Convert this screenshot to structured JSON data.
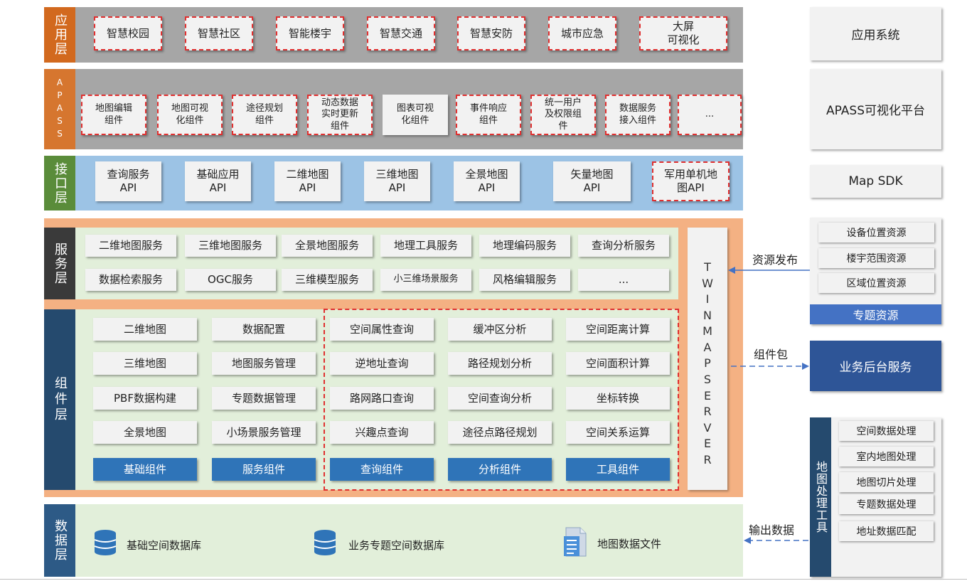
{
  "layers": {
    "app": {
      "label": "应用层",
      "items": [
        "智慧校园",
        "智慧社区",
        "智能楼宇",
        "智慧交通",
        "智慧安防",
        "城市应急",
        "大屏\n可视化"
      ]
    },
    "apass": {
      "label": "APASS",
      "items": [
        {
          "text": "地图编辑\n组件",
          "dashed": true
        },
        {
          "text": "地图可视\n化组件",
          "dashed": true
        },
        {
          "text": "途径规划\n组件",
          "dashed": true
        },
        {
          "text": "动态数据\n实时更新\n组件",
          "dashed": true
        },
        {
          "text": "图表可视\n化组件",
          "dashed": false
        },
        {
          "text": "事件响应\n组件",
          "dashed": true
        },
        {
          "text": "统一用户\n及权限组\n件",
          "dashed": true
        },
        {
          "text": "数据服务\n接入组件",
          "dashed": true
        },
        {
          "text": "...",
          "dashed": true
        }
      ]
    },
    "api": {
      "label": "接口层",
      "items": [
        {
          "text": "查询服务\nAPI",
          "dashed": false
        },
        {
          "text": "基础应用\nAPI",
          "dashed": false
        },
        {
          "text": "二维地图\nAPI",
          "dashed": false
        },
        {
          "text": "三维地图\nAPI",
          "dashed": false
        },
        {
          "text": "全景地图\nAPI",
          "dashed": false
        },
        {
          "text": "矢量地图\nAPI",
          "dashed": false
        },
        {
          "text": "军用单机地\n图API",
          "dashed": true
        }
      ]
    },
    "service": {
      "label": "服务层",
      "row1": [
        "二维地图服务",
        "三维地图服务",
        "全景地图服务",
        "地理工具服务",
        "地理编码服务",
        "查询分析服务"
      ],
      "row2": [
        "数据检索服务",
        "OGC服务",
        "三维模型服务",
        "小三维场景服务",
        "风格编辑服务",
        "..."
      ]
    },
    "component": {
      "label": "组件层",
      "rows": [
        [
          "二维地图",
          "数据配置",
          "空间属性查询",
          "缓冲区分析",
          "空间距离计算"
        ],
        [
          "三维地图",
          "地图服务管理",
          "逆地址查询",
          "路径规划分析",
          "空间面积计算"
        ],
        [
          "PBF数据构建",
          "专题数据管理",
          "路网路口查询",
          "空间查询分析",
          "坐标转换"
        ],
        [
          "全景地图",
          "小场景服务管理",
          "兴趣点查询",
          "途径点路径规划",
          "空间关系运算"
        ]
      ],
      "groups": [
        "基础组件",
        "服务组件",
        "查询组件",
        "分析组件",
        "工具组件"
      ]
    },
    "data": {
      "label": "数据层",
      "items": [
        "基础空间数据库",
        "业务专题空间数据库",
        "地图数据文件"
      ]
    }
  },
  "twinmapserver": "TWINMAPSERVER",
  "right": {
    "app_system": "应用系统",
    "apass_platform": "APASS可视化平台",
    "map_sdk": "Map SDK",
    "topic_resources": {
      "title": "专题资源",
      "items": [
        "设备位置资源",
        "楼宇范围资源",
        "区域位置资源"
      ]
    },
    "backend": "业务后台服务",
    "tools": {
      "title": "地图处理工具",
      "items": [
        "空间数据处理",
        "室内地图处理",
        "地图切片处理",
        "专题数据处理",
        "地址数据匹配"
      ]
    }
  },
  "arrows": {
    "publish": "资源发布",
    "package": "组件包",
    "output": "输出数据"
  },
  "colors": {
    "app": "#d2691e",
    "apass": "#d6762f",
    "api": "#5a8c3a",
    "service": "#3a3a3a",
    "component": "#254a6e",
    "data": "#2d5a86",
    "accent_blue": "#2f74b8",
    "dash_red": "#e03030"
  }
}
